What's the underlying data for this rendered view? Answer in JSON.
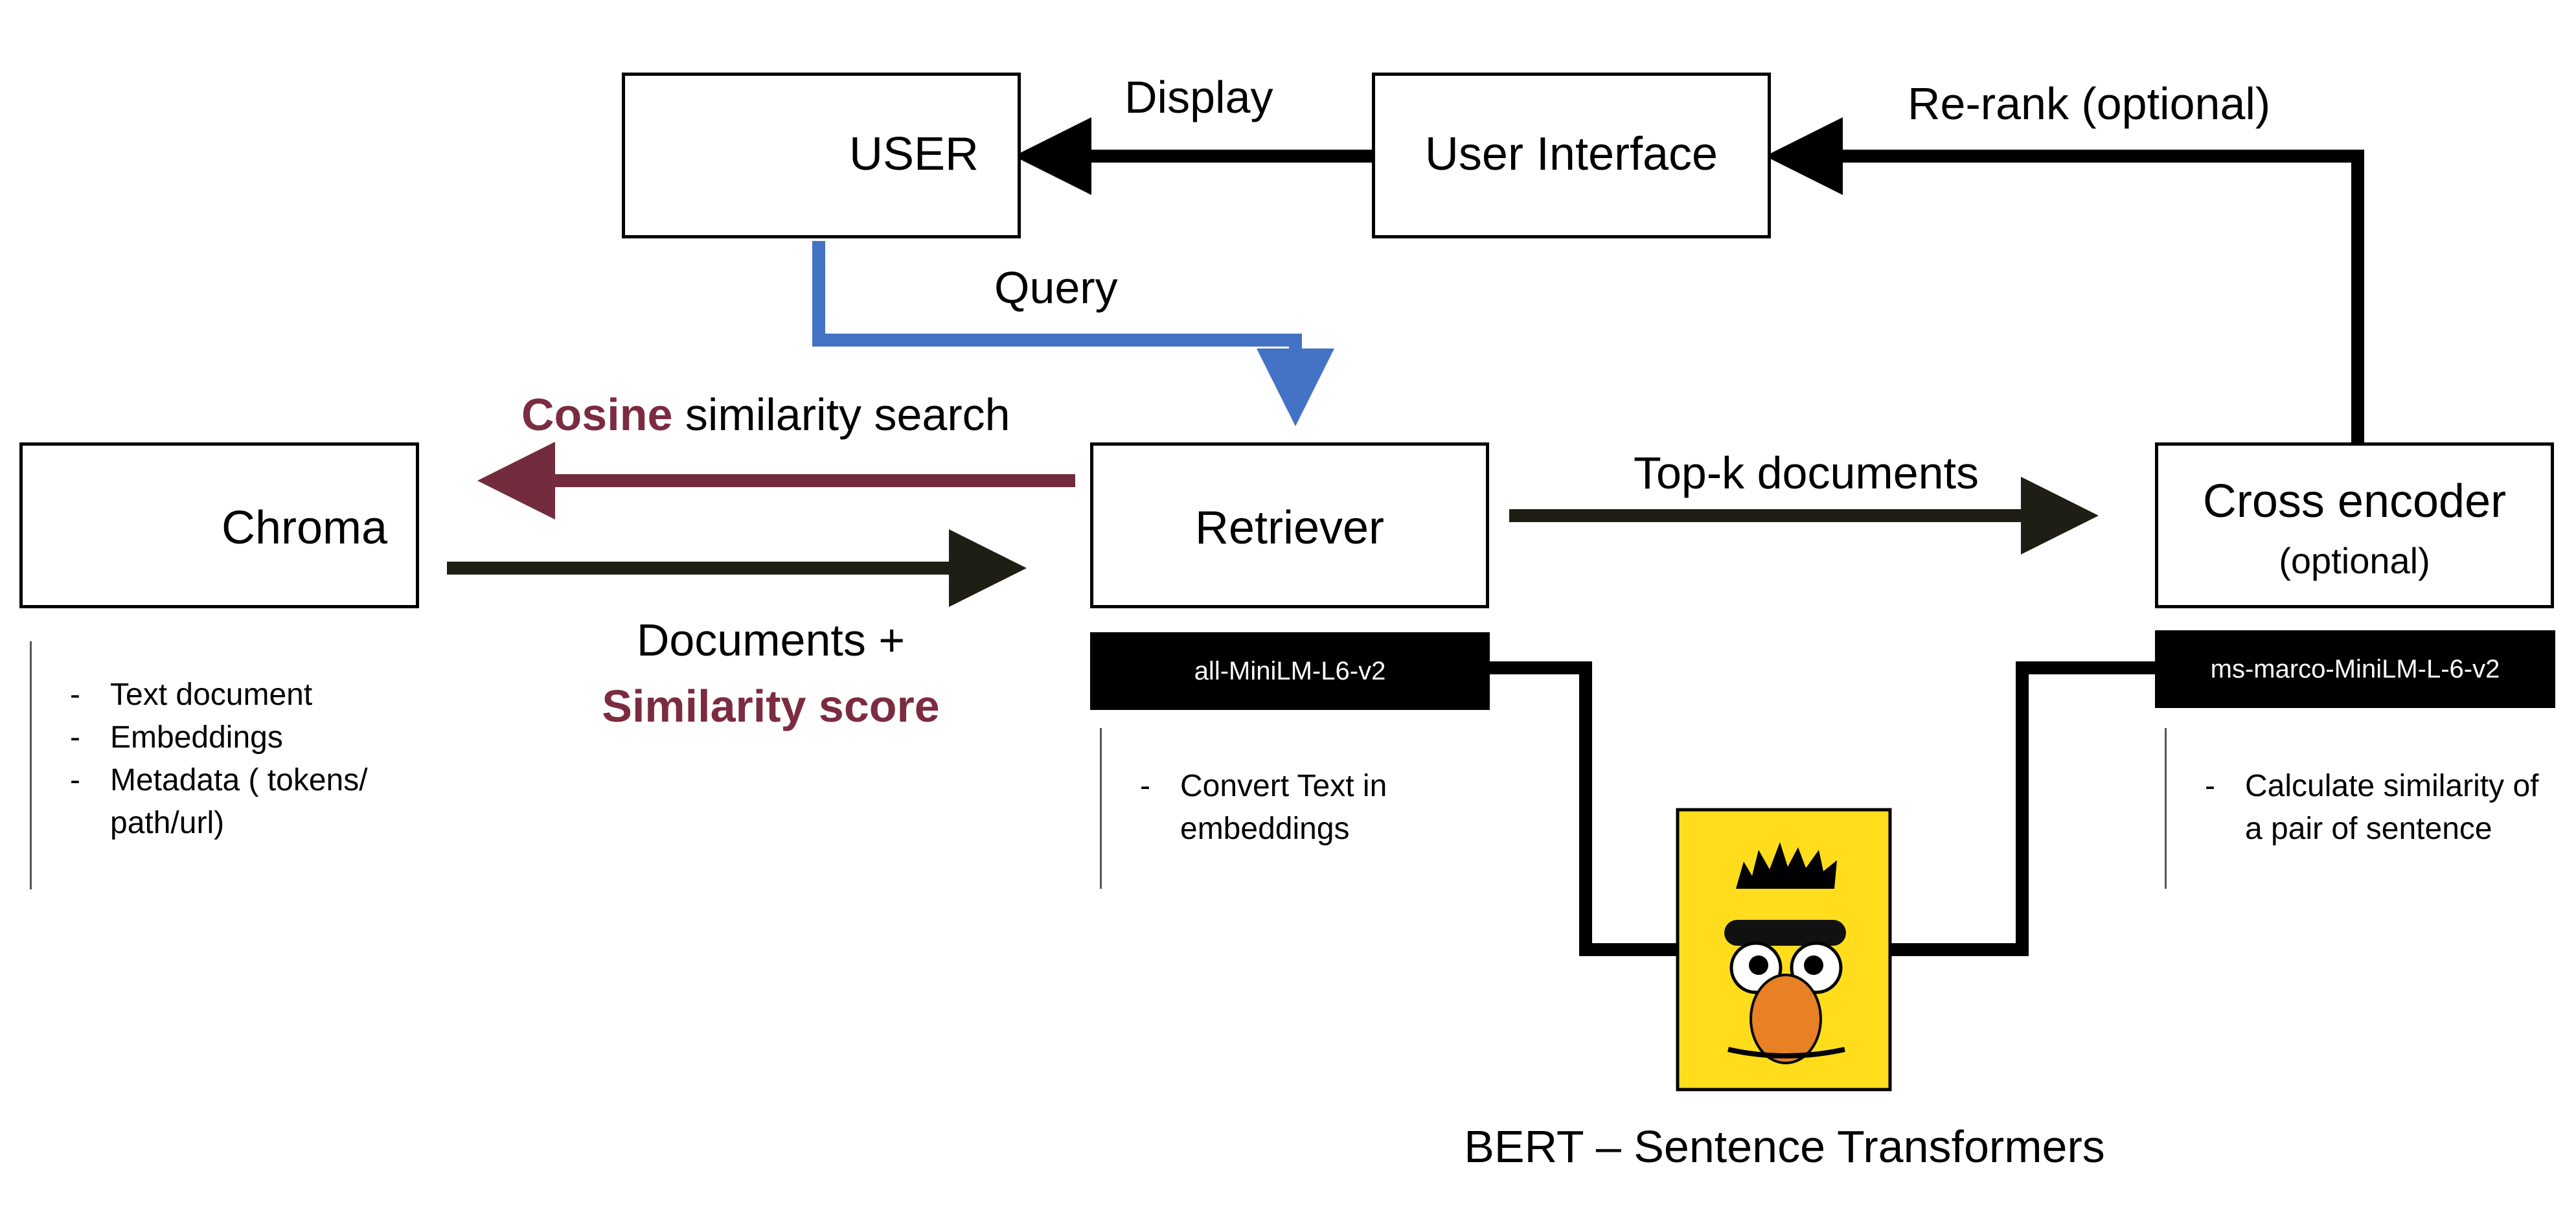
{
  "nodes": {
    "user": "USER",
    "user_interface": "User Interface",
    "chroma": "Chroma",
    "retriever": "Retriever",
    "cross_encoder": "Cross encoder",
    "cross_encoder_note": "(optional)"
  },
  "edges": {
    "display": "Display",
    "rerank": "Re-rank (optional)",
    "query": "Query",
    "cosine_bold": "Cosine",
    "cosine_rest": " similarity search",
    "documents": "Documents +",
    "similarity_score": "Similarity score",
    "topk": "Top-k documents"
  },
  "models": {
    "retriever_model": "all-MiniLM-L6-v2",
    "cross_model": "ms-marco-MiniLM-L-6-v2"
  },
  "notes": {
    "chroma": [
      "Text document",
      "Embeddings",
      "Metadata ( tokens/ path/url)"
    ],
    "retriever": [
      "Convert Text in embeddings"
    ],
    "cross_encoder": [
      "Calculate similarity of a pair of sentence"
    ]
  },
  "footer": "BERT – Sentence Transformers",
  "colors": {
    "query_arrow": "#4472c4",
    "cosine_arrow": "#722c3d",
    "accent_text": "#7b2c40",
    "bert_face": "#ffdd1c",
    "bert_nose": "#e88025"
  }
}
